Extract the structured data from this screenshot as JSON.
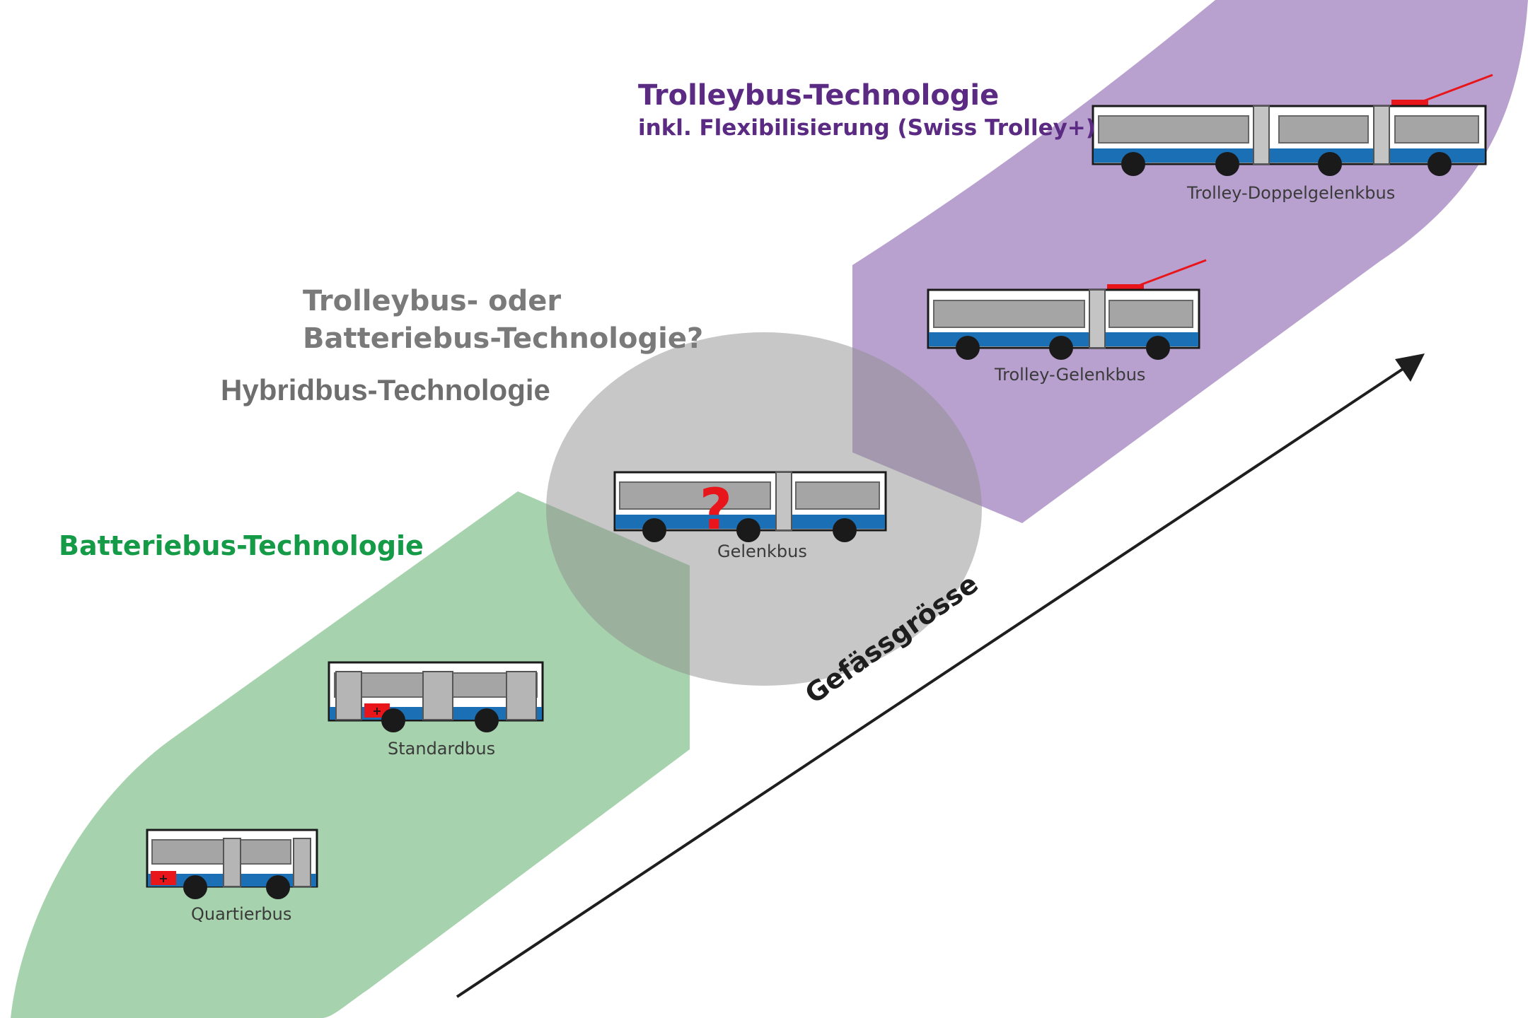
{
  "zones": {
    "trolley": {
      "title": "Trolleybus-Technologie",
      "subtitle": "inkl. Flexibilisierung (Swiss Trolley+)",
      "color": "#b9a1cf",
      "text_color": "#5b2a83"
    },
    "uncertain": {
      "line1": "Trolleybus- oder",
      "line2": "Batteriebus-Technologie?",
      "color": "#a8a8a8",
      "text_color": "#7a7a7a"
    },
    "hybrid": {
      "title": "Hybridbus-Technologie",
      "text_color": "#6e6e6e"
    },
    "battery": {
      "title": "Batteriebus-Technologie",
      "color": "#a6d3ad",
      "text_color": "#159b47"
    }
  },
  "buses": {
    "doppelgelenk": {
      "label": "Trolley-Doppelgelenkbus",
      "icon": "trolley-double-articulated-bus-icon"
    },
    "trolley_gelenk": {
      "label": "Trolley-Gelenkbus",
      "icon": "trolley-articulated-bus-icon"
    },
    "gelenk": {
      "label": "Gelenkbus",
      "icon": "articulated-bus-icon",
      "marker": "?"
    },
    "standard": {
      "label": "Standardbus",
      "icon": "battery-standard-bus-icon"
    },
    "quartier": {
      "label": "Quartierbus",
      "icon": "battery-minibus-icon"
    }
  },
  "axis": {
    "label": "Gefässgrösse",
    "icon": "arrow-up-right-icon"
  },
  "colors": {
    "bus_blue": "#1a6fb5",
    "window_gray": "#a5a5a5",
    "battery_red": "#e8161b",
    "pole_red": "#e8161b",
    "wheel": "#1a1a1a"
  }
}
